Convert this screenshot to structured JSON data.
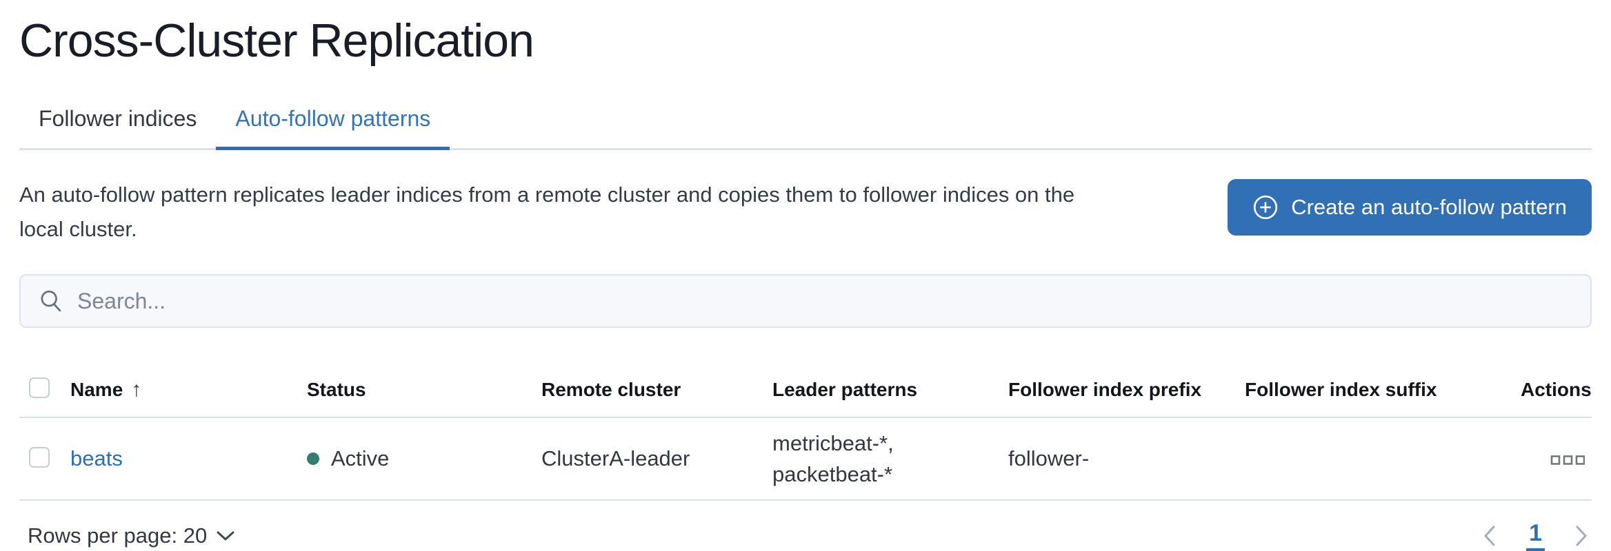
{
  "page": {
    "title": "Cross-Cluster Replication"
  },
  "tabs": [
    {
      "label": "Follower indices",
      "active": false
    },
    {
      "label": "Auto-follow patterns",
      "active": true
    }
  ],
  "description": {
    "full": "An auto-follow pattern replicates leader indices from a remote cluster and copies them to follower indices on the local cluster.",
    "line1": "An auto-follow pattern replicates leader indices from a remote cluster and copies them to follower indices on the",
    "line2": "local cluster."
  },
  "create_button": {
    "label": "Create an auto-follow pattern",
    "icon": "plus-in-circle-icon"
  },
  "search": {
    "placeholder": "Search...",
    "value": "",
    "icon": "search-icon"
  },
  "table": {
    "columns": [
      "Name",
      "Status",
      "Remote cluster",
      "Leader patterns",
      "Follower index prefix",
      "Follower index suffix",
      "Actions"
    ],
    "sort": {
      "column": "Name",
      "direction": "ascending",
      "arrow_glyph": "↑"
    },
    "rows": [
      {
        "name": "beats",
        "status": "Active",
        "remote_cluster": "ClusterA-leader",
        "leader_patterns": "metricbeat-*, packetbeat-*",
        "leader_patterns_line1": "metricbeat-*,",
        "leader_patterns_line2": "packetbeat-*",
        "follower_index_prefix": "follower-",
        "follower_index_suffix": "",
        "actions_icon": "boxes-horizontal-icon"
      }
    ]
  },
  "footer": {
    "rows_per_page_label": "Rows per page: 20",
    "pagination": {
      "current_page": "1"
    }
  },
  "colors": {
    "primary_button": "#3170b4",
    "active_tab": "#3373b9",
    "tab_underline": "#2e6eb3",
    "link": "#2e6eb5",
    "status_active_dot": "#2f7e70",
    "border": "#d9e0ea",
    "search_background": "#f6f8fb"
  }
}
